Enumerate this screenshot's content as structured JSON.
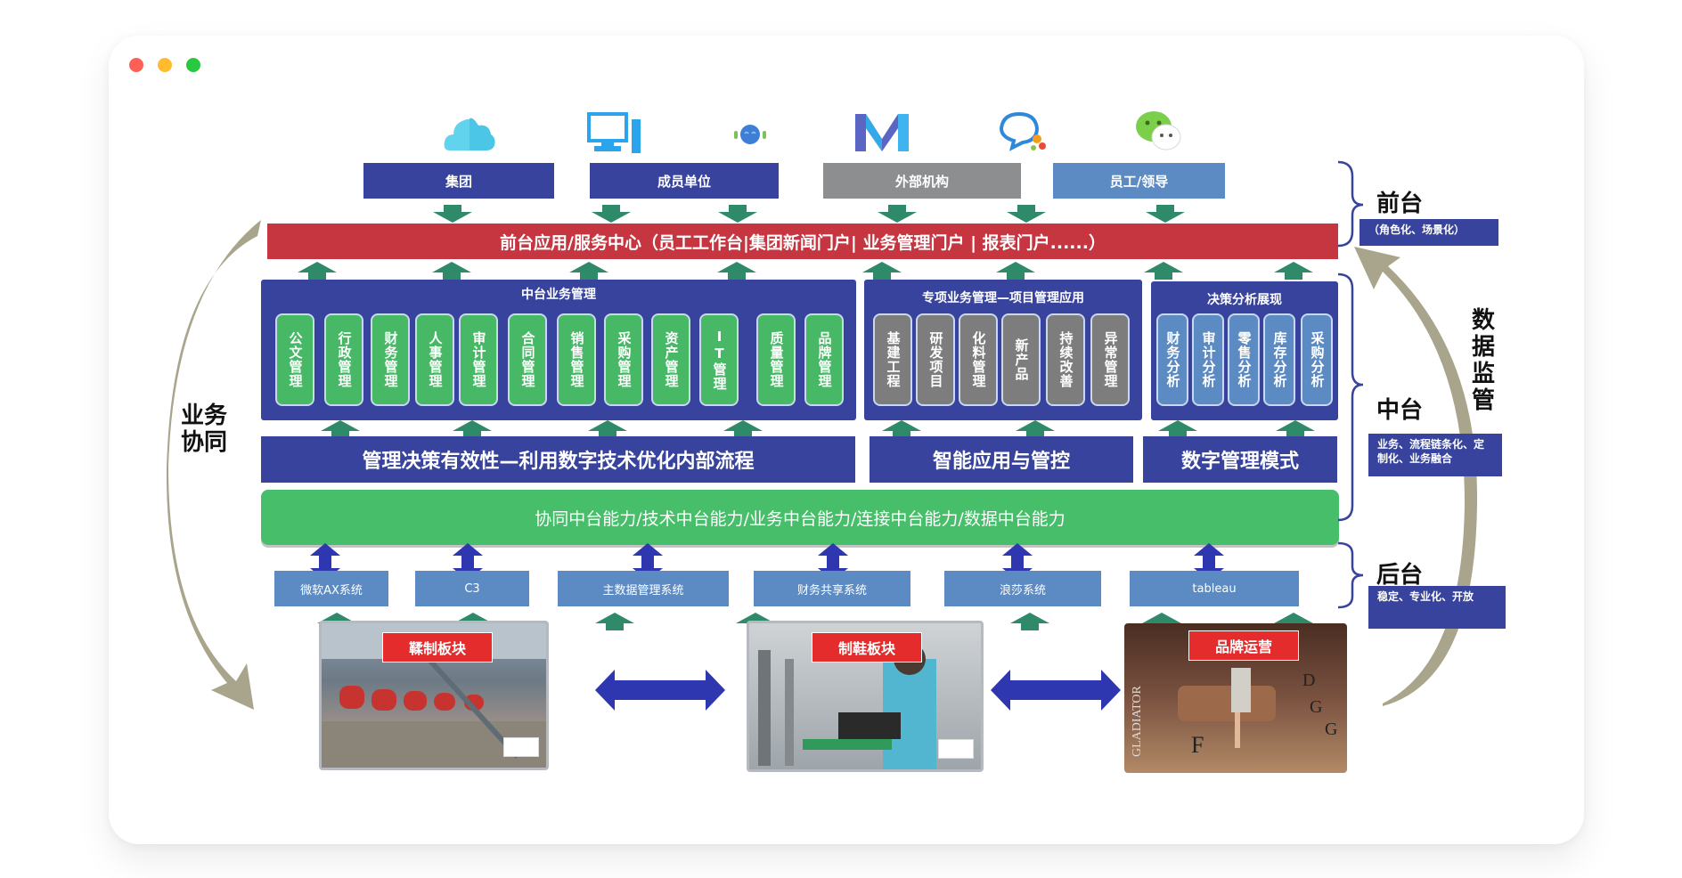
{
  "window": {
    "controls": [
      "close",
      "minimize",
      "maximize"
    ]
  },
  "sources": [
    {
      "label": "集团",
      "icon": "cloud-icon",
      "style": "navy"
    },
    {
      "label": "成员单位",
      "icon": "desktop-computer-icon",
      "style": "navy"
    },
    {
      "label": "外部机构",
      "icon": "m-logo-icon",
      "style": "gray"
    },
    {
      "label": "员工/领导",
      "icon": "wechat-icon",
      "style": "steel"
    }
  ],
  "extra_icons": [
    "robot-icon",
    "chat-bubble-icon"
  ],
  "front_bar": "前台应用/服务中心（员工工作台|集团新闻门户| 业务管理门户 | 报表门户......）",
  "panels": {
    "middle_business": {
      "title": "中台业务管理",
      "items": [
        "公文管理",
        "行政管理",
        "财务管理",
        "人事管理",
        "审计管理",
        "合同管理",
        "销售管理",
        "采购管理",
        "资产管理",
        "IT管理",
        "质量管理",
        "品牌管理"
      ]
    },
    "special_projects": {
      "title": "专项业务管理—项目管理应用",
      "items": [
        "基建工程",
        "研发项目",
        "化料管理",
        "新产品",
        "持续改善",
        "异常管理"
      ]
    },
    "decision_analysis": {
      "title": "决策分析展现",
      "items": [
        "财务分析",
        "审计分析",
        "零售分析",
        "库存分析",
        "采购分析"
      ]
    }
  },
  "strips": [
    "管理决策有效性—利用数字技术优化内部流程",
    "智能应用与管控",
    "数字管理模式"
  ],
  "capability_bar": "协同中台能力/技术中台能力/业务中台能力/连接中台能力/数据中台能力",
  "systems": [
    "微软AX系统",
    "C3",
    "主数据管理系统",
    "财务共享系统",
    "浪莎系统",
    "tableau"
  ],
  "segments": [
    {
      "label": "鞣制板块"
    },
    {
      "label": "制鞋板块"
    },
    {
      "label": "品牌运营"
    }
  ],
  "right_labels": {
    "front": {
      "title": "前台",
      "note": "（角色化、场景化）"
    },
    "middle": {
      "title": "中台",
      "note": "业务、流程链条化、定制化、业务融合"
    },
    "back": {
      "title": "后台",
      "note": "稳定、专业化、开放"
    },
    "supervision": "数据监管"
  },
  "left_label": "业务协同",
  "colors": {
    "navy": "#37439d",
    "red_bar": "#c63641",
    "green": "#47b865",
    "steel_blue": "#5c8bc3",
    "gray": "#8d8e90",
    "arrow_green": "#2f8a6a",
    "arrow_blue": "#2e37b0",
    "swoosh": "#a9a58c"
  }
}
